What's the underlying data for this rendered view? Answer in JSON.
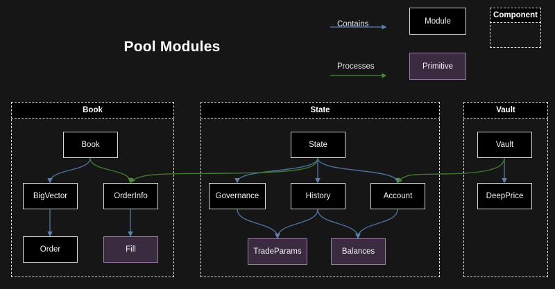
{
  "title": "Pool Modules",
  "colors": {
    "background": "#161616",
    "node_fill": "#000000",
    "node_border": "#d8d8d8",
    "primitive_fill": "#3b2b40",
    "primitive_border": "#9d7fab",
    "contains_edge": "#4f6f9e",
    "processes_edge": "#3f7a2e",
    "group_border": "#e0e0e0",
    "text": "#f2f2f2"
  },
  "legend": {
    "contains_label": "Contains",
    "processes_label": "Processes",
    "module_label": "Module",
    "primitive_label": "Primitive",
    "component_label": "Component"
  },
  "groups": [
    {
      "id": "book",
      "label": "Book"
    },
    {
      "id": "state",
      "label": "State"
    },
    {
      "id": "vault",
      "label": "Vault"
    }
  ],
  "nodes": [
    {
      "id": "book",
      "label": "Book",
      "type": "module",
      "group": "book"
    },
    {
      "id": "bigvector",
      "label": "BigVector",
      "type": "module",
      "group": "book"
    },
    {
      "id": "orderinfo",
      "label": "OrderInfo",
      "type": "module",
      "group": "book"
    },
    {
      "id": "order",
      "label": "Order",
      "type": "module",
      "group": "book"
    },
    {
      "id": "fill",
      "label": "Fill",
      "type": "primitive",
      "group": "book"
    },
    {
      "id": "state",
      "label": "State",
      "type": "module",
      "group": "state"
    },
    {
      "id": "governance",
      "label": "Governance",
      "type": "module",
      "group": "state"
    },
    {
      "id": "history",
      "label": "History",
      "type": "module",
      "group": "state"
    },
    {
      "id": "account",
      "label": "Account",
      "type": "module",
      "group": "state"
    },
    {
      "id": "tradeparams",
      "label": "TradeParams",
      "type": "primitive",
      "group": "state"
    },
    {
      "id": "balances",
      "label": "Balances",
      "type": "primitive",
      "group": "state"
    },
    {
      "id": "vault",
      "label": "Vault",
      "type": "module",
      "group": "vault"
    },
    {
      "id": "deepprice",
      "label": "DeepPrice",
      "type": "module",
      "group": "vault"
    }
  ],
  "edges": [
    {
      "from": "book",
      "to": "bigvector",
      "kind": "contains"
    },
    {
      "from": "bigvector",
      "to": "order",
      "kind": "contains"
    },
    {
      "from": "orderinfo",
      "to": "fill",
      "kind": "contains"
    },
    {
      "from": "state",
      "to": "governance",
      "kind": "contains"
    },
    {
      "from": "state",
      "to": "history",
      "kind": "contains"
    },
    {
      "from": "state",
      "to": "account",
      "kind": "contains"
    },
    {
      "from": "governance",
      "to": "tradeparams",
      "kind": "contains"
    },
    {
      "from": "history",
      "to": "tradeparams",
      "kind": "contains"
    },
    {
      "from": "history",
      "to": "balances",
      "kind": "contains"
    },
    {
      "from": "account",
      "to": "balances",
      "kind": "contains"
    },
    {
      "from": "vault",
      "to": "deepprice",
      "kind": "contains"
    },
    {
      "from": "book",
      "to": "orderinfo",
      "kind": "processes"
    },
    {
      "from": "state",
      "to": "orderinfo",
      "kind": "processes"
    },
    {
      "from": "vault",
      "to": "account",
      "kind": "processes"
    }
  ]
}
